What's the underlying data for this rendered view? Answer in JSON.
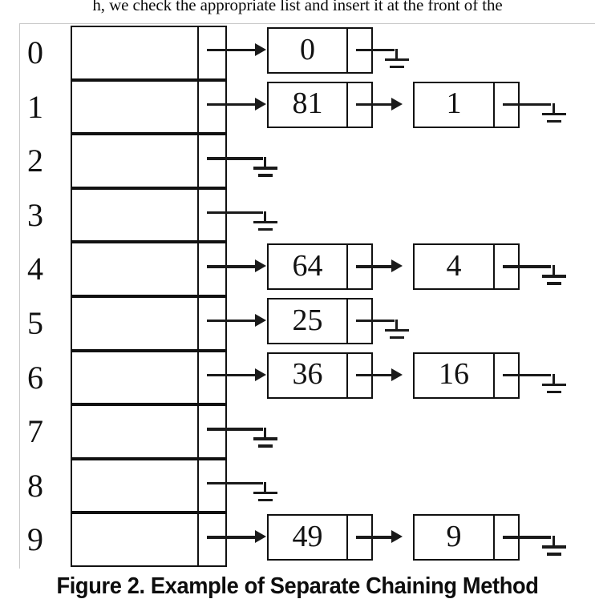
{
  "document": {
    "body_text_fragment": "h, we check the appropriate list and insert it at the front of the",
    "caption": "Figure 2. Example of Separate Chaining Method"
  },
  "figure": {
    "type": "hash-table-separate-chaining",
    "bucket_count": 10,
    "null_symbol_name": "ground-null-symbol",
    "colors": {
      "ink": "#111111",
      "background": "#ffffff",
      "figure_border": "#c9c9c9"
    },
    "buckets": [
      {
        "index": "0",
        "chain": [
          "0"
        ]
      },
      {
        "index": "1",
        "chain": [
          "81",
          "1"
        ]
      },
      {
        "index": "2",
        "chain": []
      },
      {
        "index": "3",
        "chain": []
      },
      {
        "index": "4",
        "chain": [
          "64",
          "4"
        ]
      },
      {
        "index": "5",
        "chain": [
          "25"
        ]
      },
      {
        "index": "6",
        "chain": [
          "36",
          "16"
        ]
      },
      {
        "index": "7",
        "chain": []
      },
      {
        "index": "8",
        "chain": []
      },
      {
        "index": "9",
        "chain": [
          "49",
          "9"
        ]
      }
    ]
  }
}
